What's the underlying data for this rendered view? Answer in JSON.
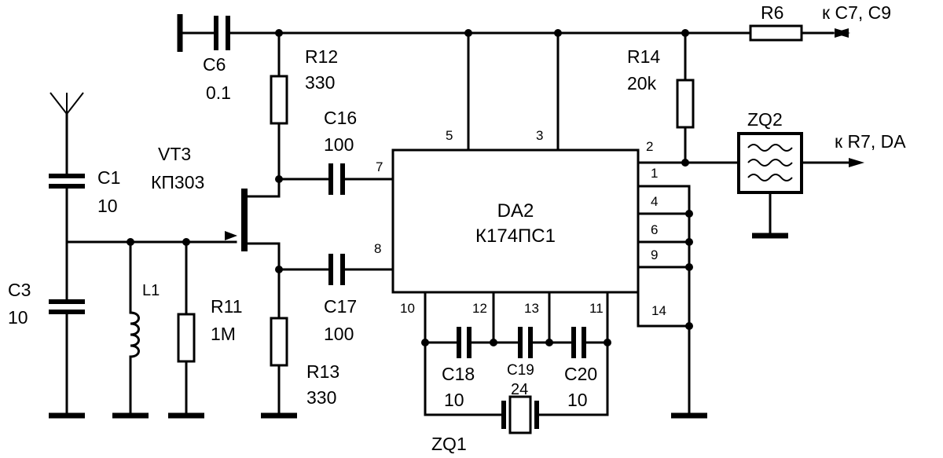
{
  "components": {
    "C6": {
      "ref": "C6",
      "value": "0.1"
    },
    "R12": {
      "ref": "R12",
      "value": "330"
    },
    "C16": {
      "ref": "C16",
      "value": "100"
    },
    "C17": {
      "ref": "C17",
      "value": "100"
    },
    "VT3": {
      "ref": "VT3",
      "value": "КП303"
    },
    "C1": {
      "ref": "C1",
      "value": "10"
    },
    "C3": {
      "ref": "C3",
      "value": "10"
    },
    "L1": {
      "ref": "L1"
    },
    "R11": {
      "ref": "R11",
      "value": "1M"
    },
    "R13": {
      "ref": "R13",
      "value": "330"
    },
    "R6": {
      "ref": "R6"
    },
    "R14": {
      "ref": "R14",
      "value": "20k"
    },
    "ZQ2": {
      "ref": "ZQ2"
    },
    "ZQ1": {
      "ref": "ZQ1"
    },
    "C18": {
      "ref": "C18",
      "value": "10"
    },
    "C19": {
      "ref": "C19",
      "value": "24"
    },
    "C20": {
      "ref": "C20",
      "value": "10"
    },
    "DA2": {
      "ref": "DA2",
      "value": "К174ПС1"
    }
  },
  "connections": {
    "r6_out": "к C7, C9",
    "zq2_out": "к R7, DA"
  },
  "pins": {
    "p1": "1",
    "p2": "2",
    "p3": "3",
    "p4": "4",
    "p5": "5",
    "p6": "6",
    "p7": "7",
    "p8": "8",
    "p9": "9",
    "p10": "10",
    "p11": "11",
    "p12": "12",
    "p13": "13",
    "p14": "14"
  }
}
